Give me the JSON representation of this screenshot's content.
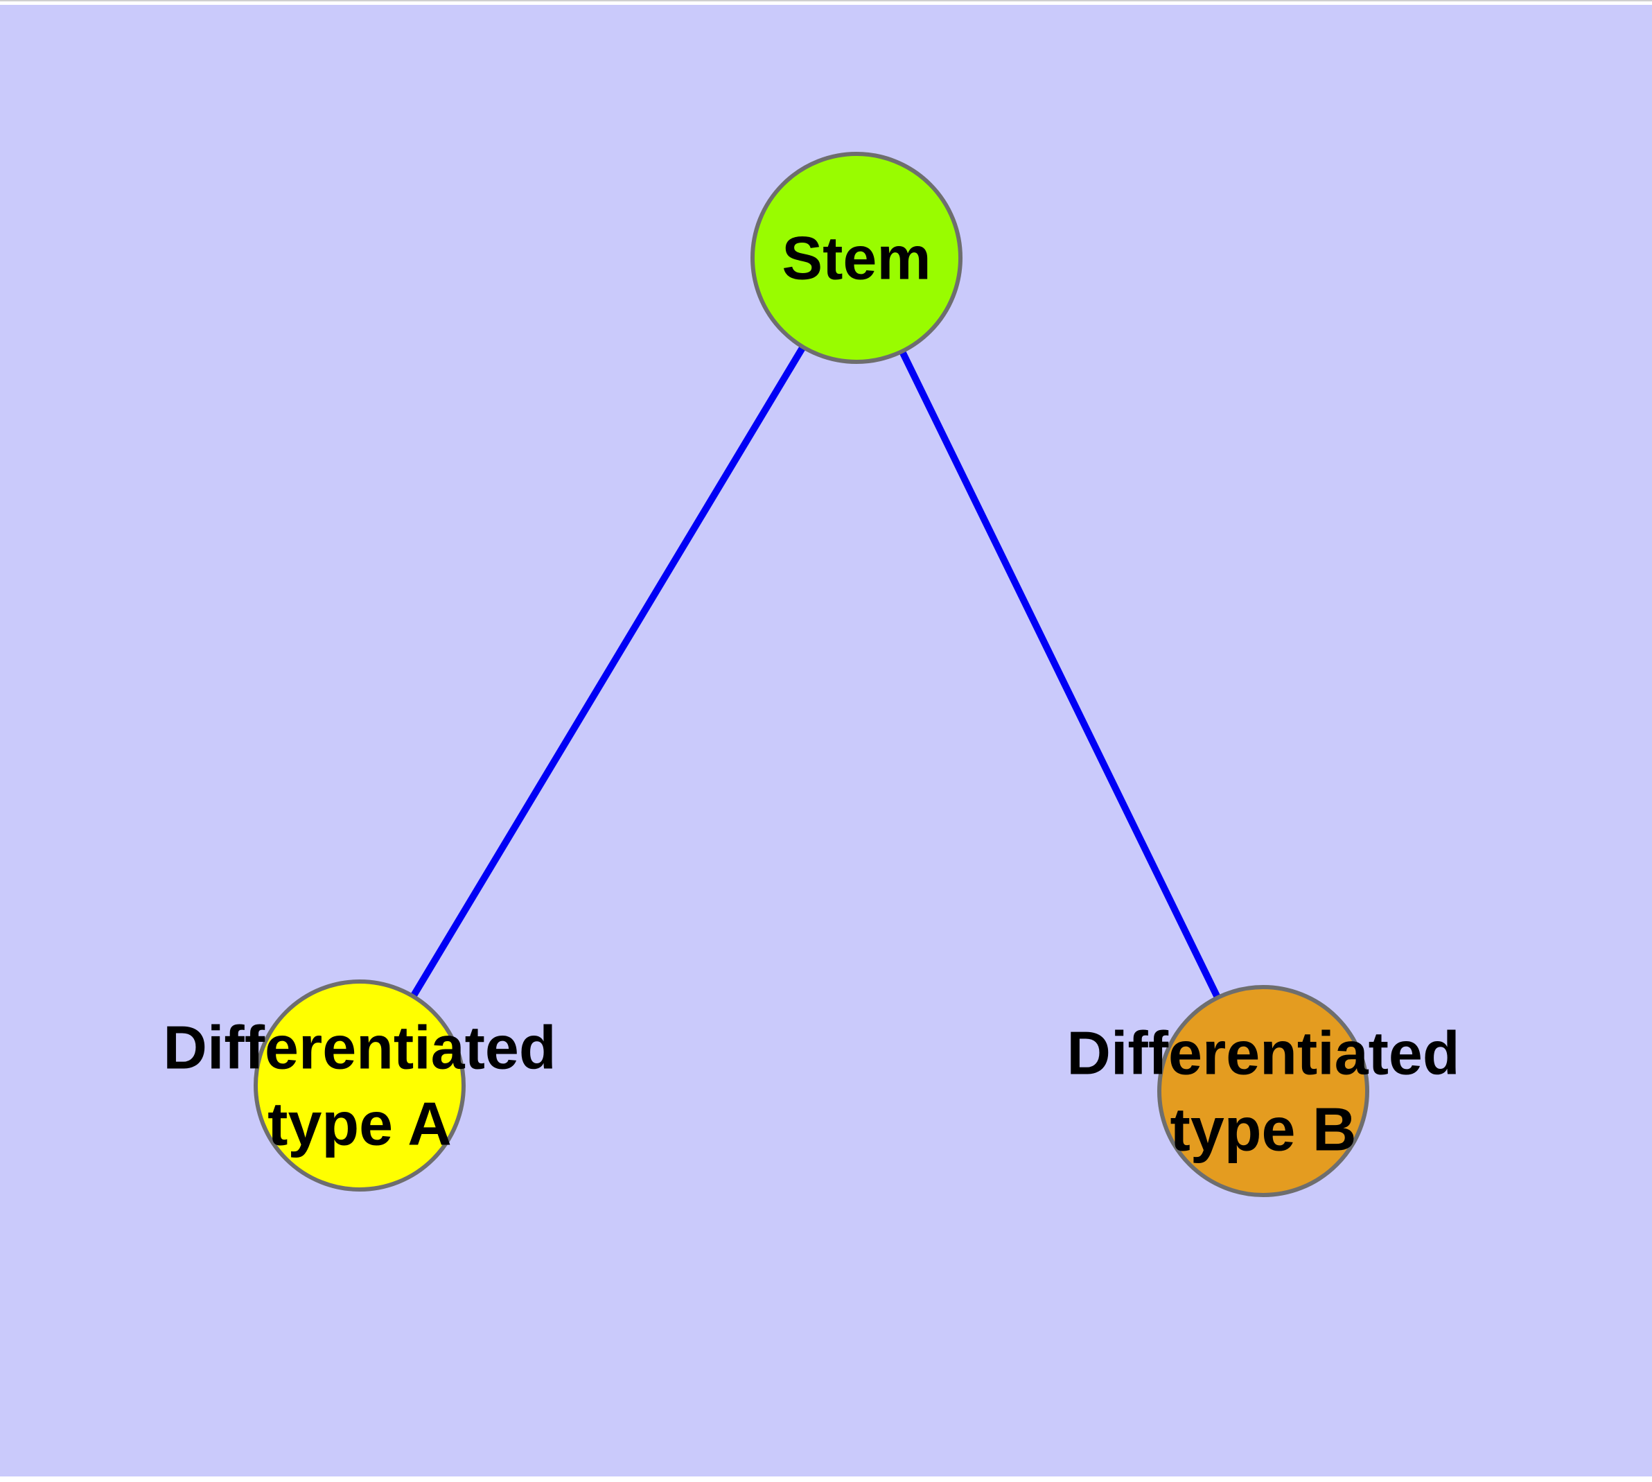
{
  "diagram": {
    "type": "node-link-graph",
    "background_color": "#CACAFB",
    "frame": {
      "margin_color": "#FFFFFF",
      "edge_line_color": "#CFCFCF"
    },
    "edge_color": "#0000F5",
    "node_border_color": "#6E6E6E",
    "text_color": "#000000",
    "nodes": {
      "stem": {
        "label": "Stem",
        "fill": "#99FC00"
      },
      "type_a": {
        "label": "Differentiated type A",
        "label_line1": "Differentiated",
        "label_line2": "type A",
        "fill": "#FFFF00"
      },
      "type_b": {
        "label": "Differentiated type B",
        "label_line1": "Differentiated",
        "label_line2": "type B",
        "fill": "#E49C20"
      }
    },
    "edges": [
      {
        "from": "Stem",
        "to": "Differentiated type A"
      },
      {
        "from": "Stem",
        "to": "Differentiated type B"
      }
    ]
  }
}
